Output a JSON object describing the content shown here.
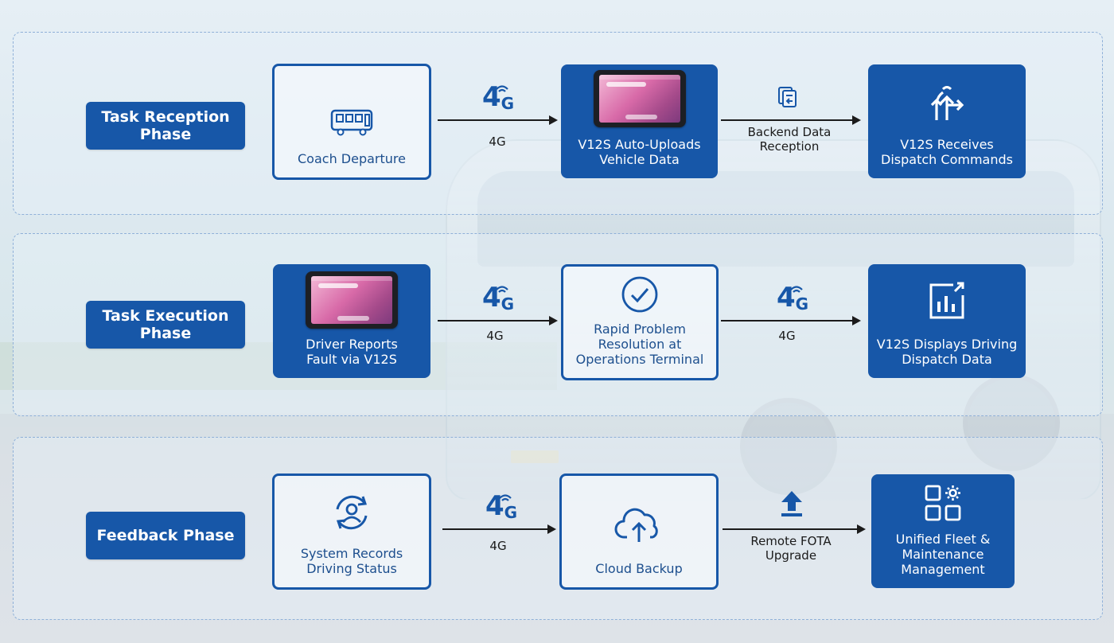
{
  "colors": {
    "accent": "#1757a8",
    "panel_border": "#8fb0d8",
    "arrow": "#1b1b1b"
  },
  "phases": [
    {
      "label": "Task Reception Phase",
      "nodes": [
        {
          "text": "Coach Departure",
          "style": "outline",
          "icon": "bus-icon"
        },
        {
          "text": "V12S Auto-Uploads Vehicle Data",
          "style": "filled",
          "icon": "tablet-image"
        },
        {
          "text": "V12S Receives Dispatch Commands",
          "style": "filled",
          "icon": "route-arrows-icon"
        }
      ],
      "connectors": [
        {
          "icon": "4g-signal-icon",
          "icon_text": "4",
          "icon_sub": "G",
          "label": "4G"
        },
        {
          "icon": "document-transfer-icon",
          "label": "Backend Data\nReception"
        }
      ]
    },
    {
      "label": "Task Execution Phase",
      "nodes": [
        {
          "text": "Driver Reports Fault via V12S",
          "style": "filled",
          "icon": "tablet-image"
        },
        {
          "text": "Rapid Problem Resolution at Operations Terminal",
          "style": "outline",
          "icon": "check-circle-icon"
        },
        {
          "text": "V12S Displays Driving Dispatch Data",
          "style": "filled",
          "icon": "bar-chart-icon"
        }
      ],
      "connectors": [
        {
          "icon": "4g-signal-icon",
          "icon_text": "4",
          "icon_sub": "G",
          "label": "4G"
        },
        {
          "icon": "4g-signal-icon",
          "icon_text": "4",
          "icon_sub": "G",
          "label": "4G"
        }
      ]
    },
    {
      "label": "Feedback Phase",
      "nodes": [
        {
          "text": "System Records Driving Status",
          "style": "outline",
          "icon": "user-sync-icon"
        },
        {
          "text": "Cloud Backup",
          "style": "outline",
          "icon": "cloud-upload-icon"
        },
        {
          "text": "Unified Fleet & Maintenance Management",
          "style": "filled",
          "icon": "apps-gear-icon"
        }
      ],
      "connectors": [
        {
          "icon": "4g-signal-icon",
          "icon_text": "4",
          "icon_sub": "G",
          "label": "4G"
        },
        {
          "icon": "upload-arrow-icon",
          "label": "Remote FOTA\nUpgrade"
        }
      ]
    }
  ]
}
